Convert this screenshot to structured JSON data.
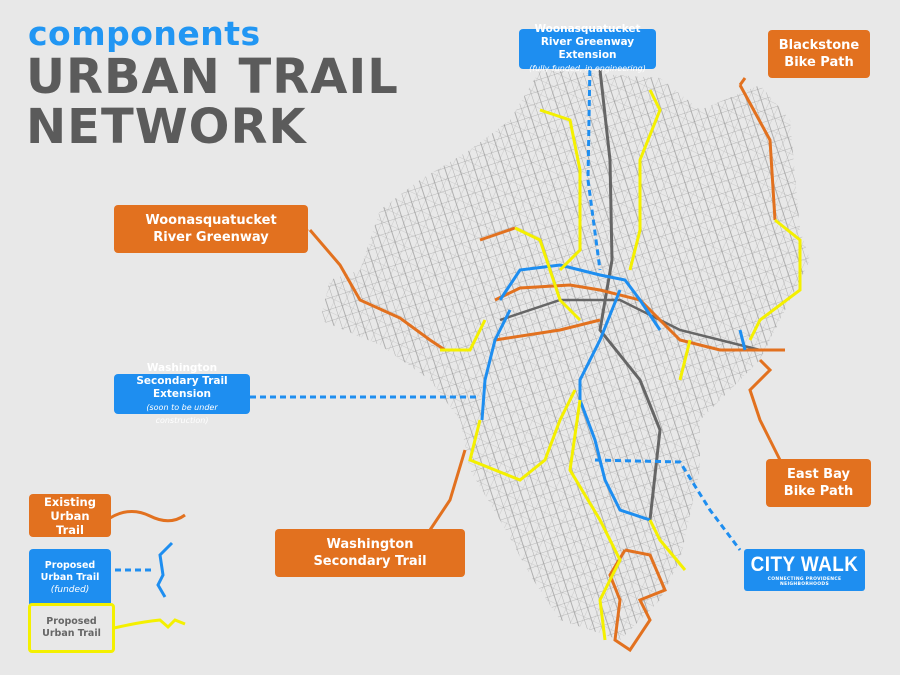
{
  "header": {
    "subtitle": "components",
    "title_line1": "URBAN TRAIL",
    "title_line2": "NETWORK"
  },
  "callouts": {
    "woonasquatucket_extension": {
      "title": "Woonasquatucket River Greenway Extension",
      "note": "(fully funded, in engineering)"
    },
    "blackstone": {
      "title": "Blackstone Bike Path"
    },
    "woonasquatucket": {
      "title": "Woonasquatucket River Greenway"
    },
    "washington_extension": {
      "title": "Washington Secondary Trail Extension",
      "note": "(soon to be under construction)"
    },
    "east_bay": {
      "title": "East Bay Bike Path"
    },
    "washington": {
      "title": "Washington Secondary Trail"
    }
  },
  "legend": {
    "existing": {
      "label": "Existing Urban Trail",
      "color": "#e2711f"
    },
    "proposed_funded": {
      "label": "Proposed Urban Trail",
      "note": "(funded)",
      "color": "#1e8ef0"
    },
    "proposed": {
      "label": "Proposed Urban Trail",
      "color": "#f4f000"
    }
  },
  "logo": {
    "name": "CITY WALK",
    "tagline": "CONNECTING PROVIDENCE NEIGHBORHOODS"
  }
}
